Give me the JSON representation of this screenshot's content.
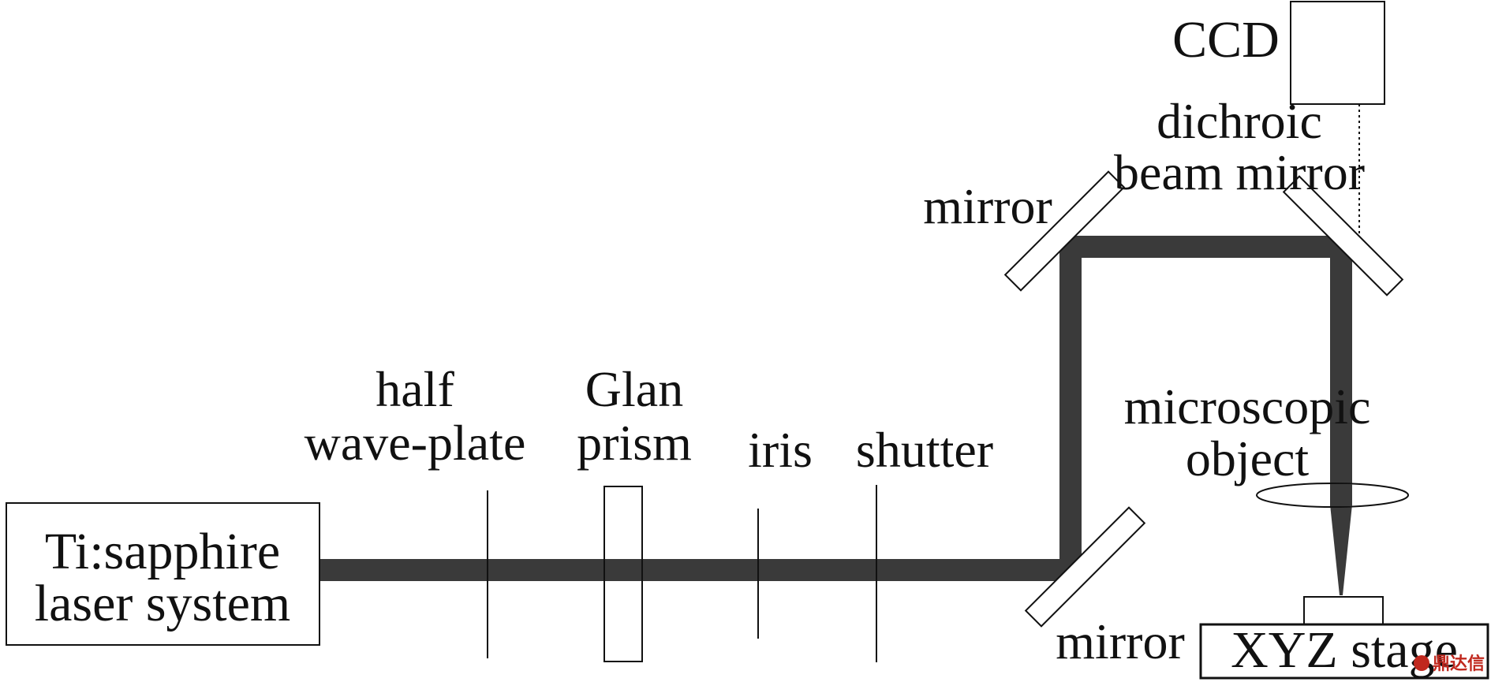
{
  "diagram": {
    "laser_line1": "Ti:sapphire",
    "laser_line2": "laser system",
    "halfwave_line1": "half",
    "halfwave_line2": "wave-plate",
    "glan_line1": "Glan",
    "glan_line2": "prism",
    "iris": "iris",
    "shutter": "shutter",
    "mirror_lower": "mirror",
    "mirror_upper": "mirror",
    "dichroic_line1": "dichroic",
    "dichroic_line2": "beam mirror",
    "ccd": "CCD",
    "objective_line1": "microscopic",
    "objective_line2": "object",
    "stage": "XYZ stage",
    "watermark": "鼎达信"
  },
  "colors": {
    "beam": "#3a3a3a",
    "outline": "#111111",
    "watermark": "#c0281e"
  }
}
